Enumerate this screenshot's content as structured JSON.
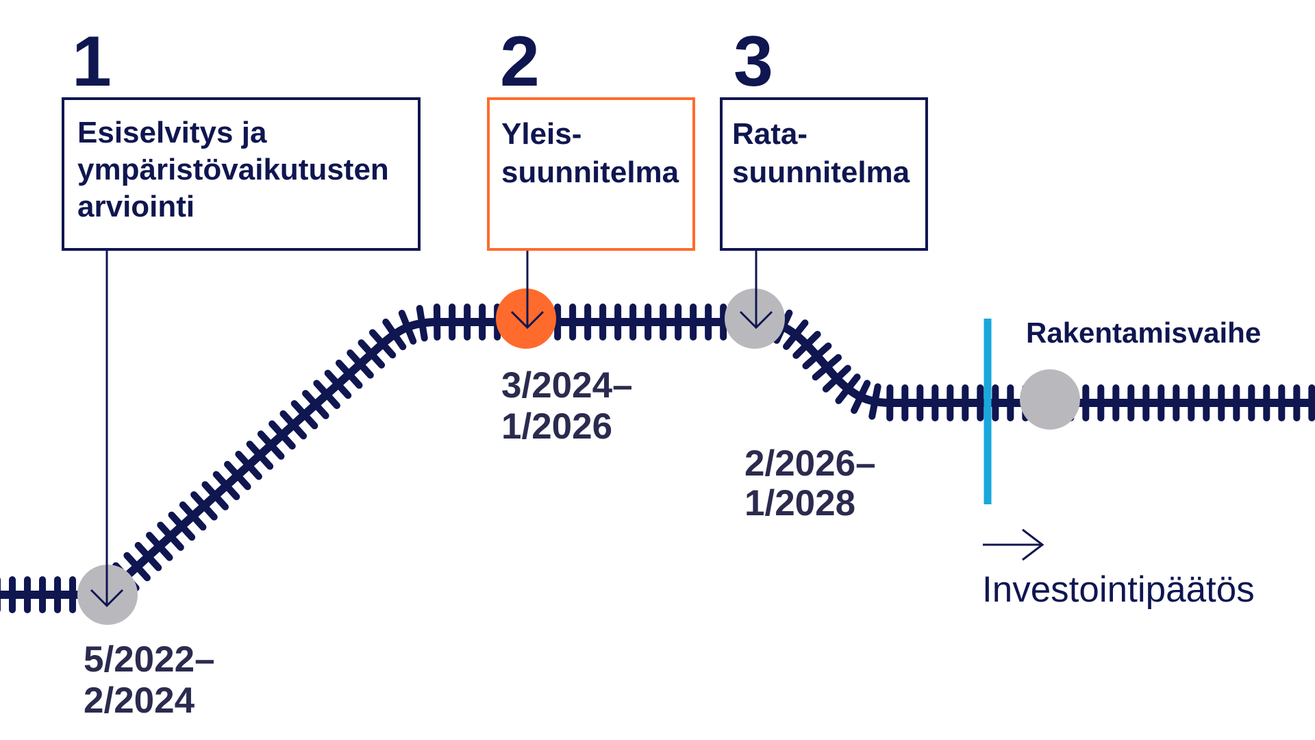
{
  "phases": [
    {
      "number": "1",
      "title_lines": [
        "Esiselvitys ja",
        "ympäristövaikutusten",
        "arviointi"
      ],
      "date_lines": [
        "5/2022–",
        "2/2024"
      ],
      "state": "completed"
    },
    {
      "number": "2",
      "title_lines": [
        "Yleis-",
        "suunnitelma"
      ],
      "date_lines": [
        "3/2024–",
        "1/2026"
      ],
      "state": "current"
    },
    {
      "number": "3",
      "title_lines": [
        "Rata-",
        "suunnitelma"
      ],
      "date_lines": [
        "2/2026–",
        "1/2028"
      ],
      "state": "upcoming"
    }
  ],
  "construction": {
    "label": "Rakentamisvaihe"
  },
  "investment_decision": {
    "label": "Investointipäätös",
    "icon": "arrow-right-icon"
  },
  "colors": {
    "navy": "#0f1650",
    "date_text": "#2a2b4e",
    "current_accent": "#ff6b2c",
    "milestone_gray": "#b9b9bd",
    "decision_line": "#1aa7dc"
  }
}
